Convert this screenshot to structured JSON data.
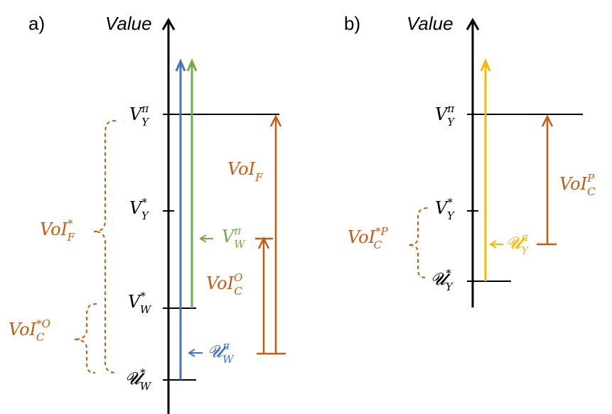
{
  "panels": {
    "a": {
      "panel_label": "a)",
      "axis_title": "Value",
      "labels": {
        "vy_pi": {
          "main": "V",
          "sub": "Y",
          "sup": "π"
        },
        "vy_star": {
          "main": "V",
          "sub": "Y",
          "sup": "*"
        },
        "vw_star": {
          "main": "V",
          "sub": "W",
          "sup": "*"
        },
        "uw_star": {
          "main": "𝓤",
          "sub": "W",
          "sup": "*"
        },
        "vw_pi": {
          "main": "V",
          "sub": "W",
          "sup": "π"
        },
        "uw_pi": {
          "main": "𝓤",
          "sub": "W",
          "sup": "π"
        },
        "voi_f": {
          "main": "VoI",
          "sub": "F",
          "sup": ""
        },
        "voi_f_star": {
          "main": "VoI",
          "sub": "F",
          "sup": "*"
        },
        "voi_c_o": {
          "main": "VoI",
          "sub": "C",
          "sup": "O"
        },
        "voi_c_star_o": {
          "main": "VoI",
          "sub": "C",
          "sup": "*O"
        }
      }
    },
    "b": {
      "panel_label": "b)",
      "axis_title": "Value",
      "labels": {
        "vy_pi": {
          "main": "V",
          "sub": "Y",
          "sup": "π"
        },
        "vy_star": {
          "main": "V",
          "sub": "Y",
          "sup": "*"
        },
        "uy_star": {
          "main": "𝓤",
          "sub": "Y",
          "sup": "*"
        },
        "uy_pi": {
          "main": "𝓤",
          "sub": "Y",
          "sup": "π"
        },
        "voi_c_p": {
          "main": "VoI",
          "sub": "C",
          "sup": "P"
        },
        "voi_c_star_p": {
          "main": "VoI",
          "sub": "C",
          "sup": "*P"
        }
      }
    }
  },
  "colors": {
    "axis": "#000000",
    "orange": "#c55a11",
    "green": "#70ad47",
    "blue": "#4472c4",
    "yellow": "#f4b800"
  }
}
